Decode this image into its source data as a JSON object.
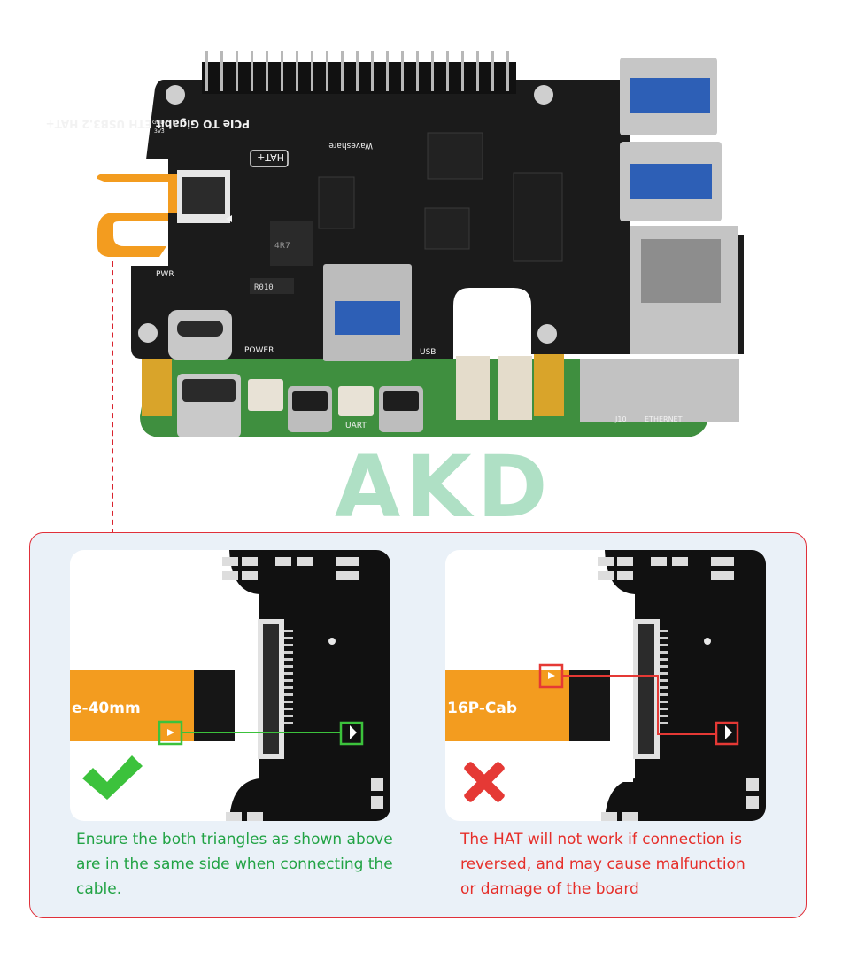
{
  "board": {
    "title_silkscreen": "PCIe TO Gigabit ETH USB3.2 HAT+",
    "brand_silkscreen": "Waveshare",
    "hat_badge": "HAT+",
    "label_usb": "USB",
    "label_power": "POWER",
    "label_pwr": "PWR",
    "label_uart": "UART",
    "label_ethernet": "ETHERNET",
    "label_j10": "J10",
    "label_gnd": "GND",
    "label_3v3": "3V3",
    "cable_label": "40mm",
    "resistor": "R010",
    "inductor": "4R7"
  },
  "watermark": "AKD",
  "examples": {
    "correct": {
      "cable_text": "e-40mm",
      "caption_lines": [
        "Ensure the both triangles as shown above",
        "are in the same side when connecting the",
        "cable."
      ],
      "indicator_color": "#3cc23c"
    },
    "wrong": {
      "cable_text": "16P-Cab",
      "caption_lines": [
        "The HAT will not work if connection is",
        "reversed, and may cause malfunction",
        "or damage of the board"
      ],
      "indicator_color": "#e53935"
    }
  },
  "colors": {
    "panel_border": "#e0303a",
    "panel_bg": "#eaf1f8",
    "pcb": "#1b1b1b",
    "ffc_cable": "#f39c1f",
    "ok_text": "#22a345",
    "error_text": "#e62f2a"
  }
}
